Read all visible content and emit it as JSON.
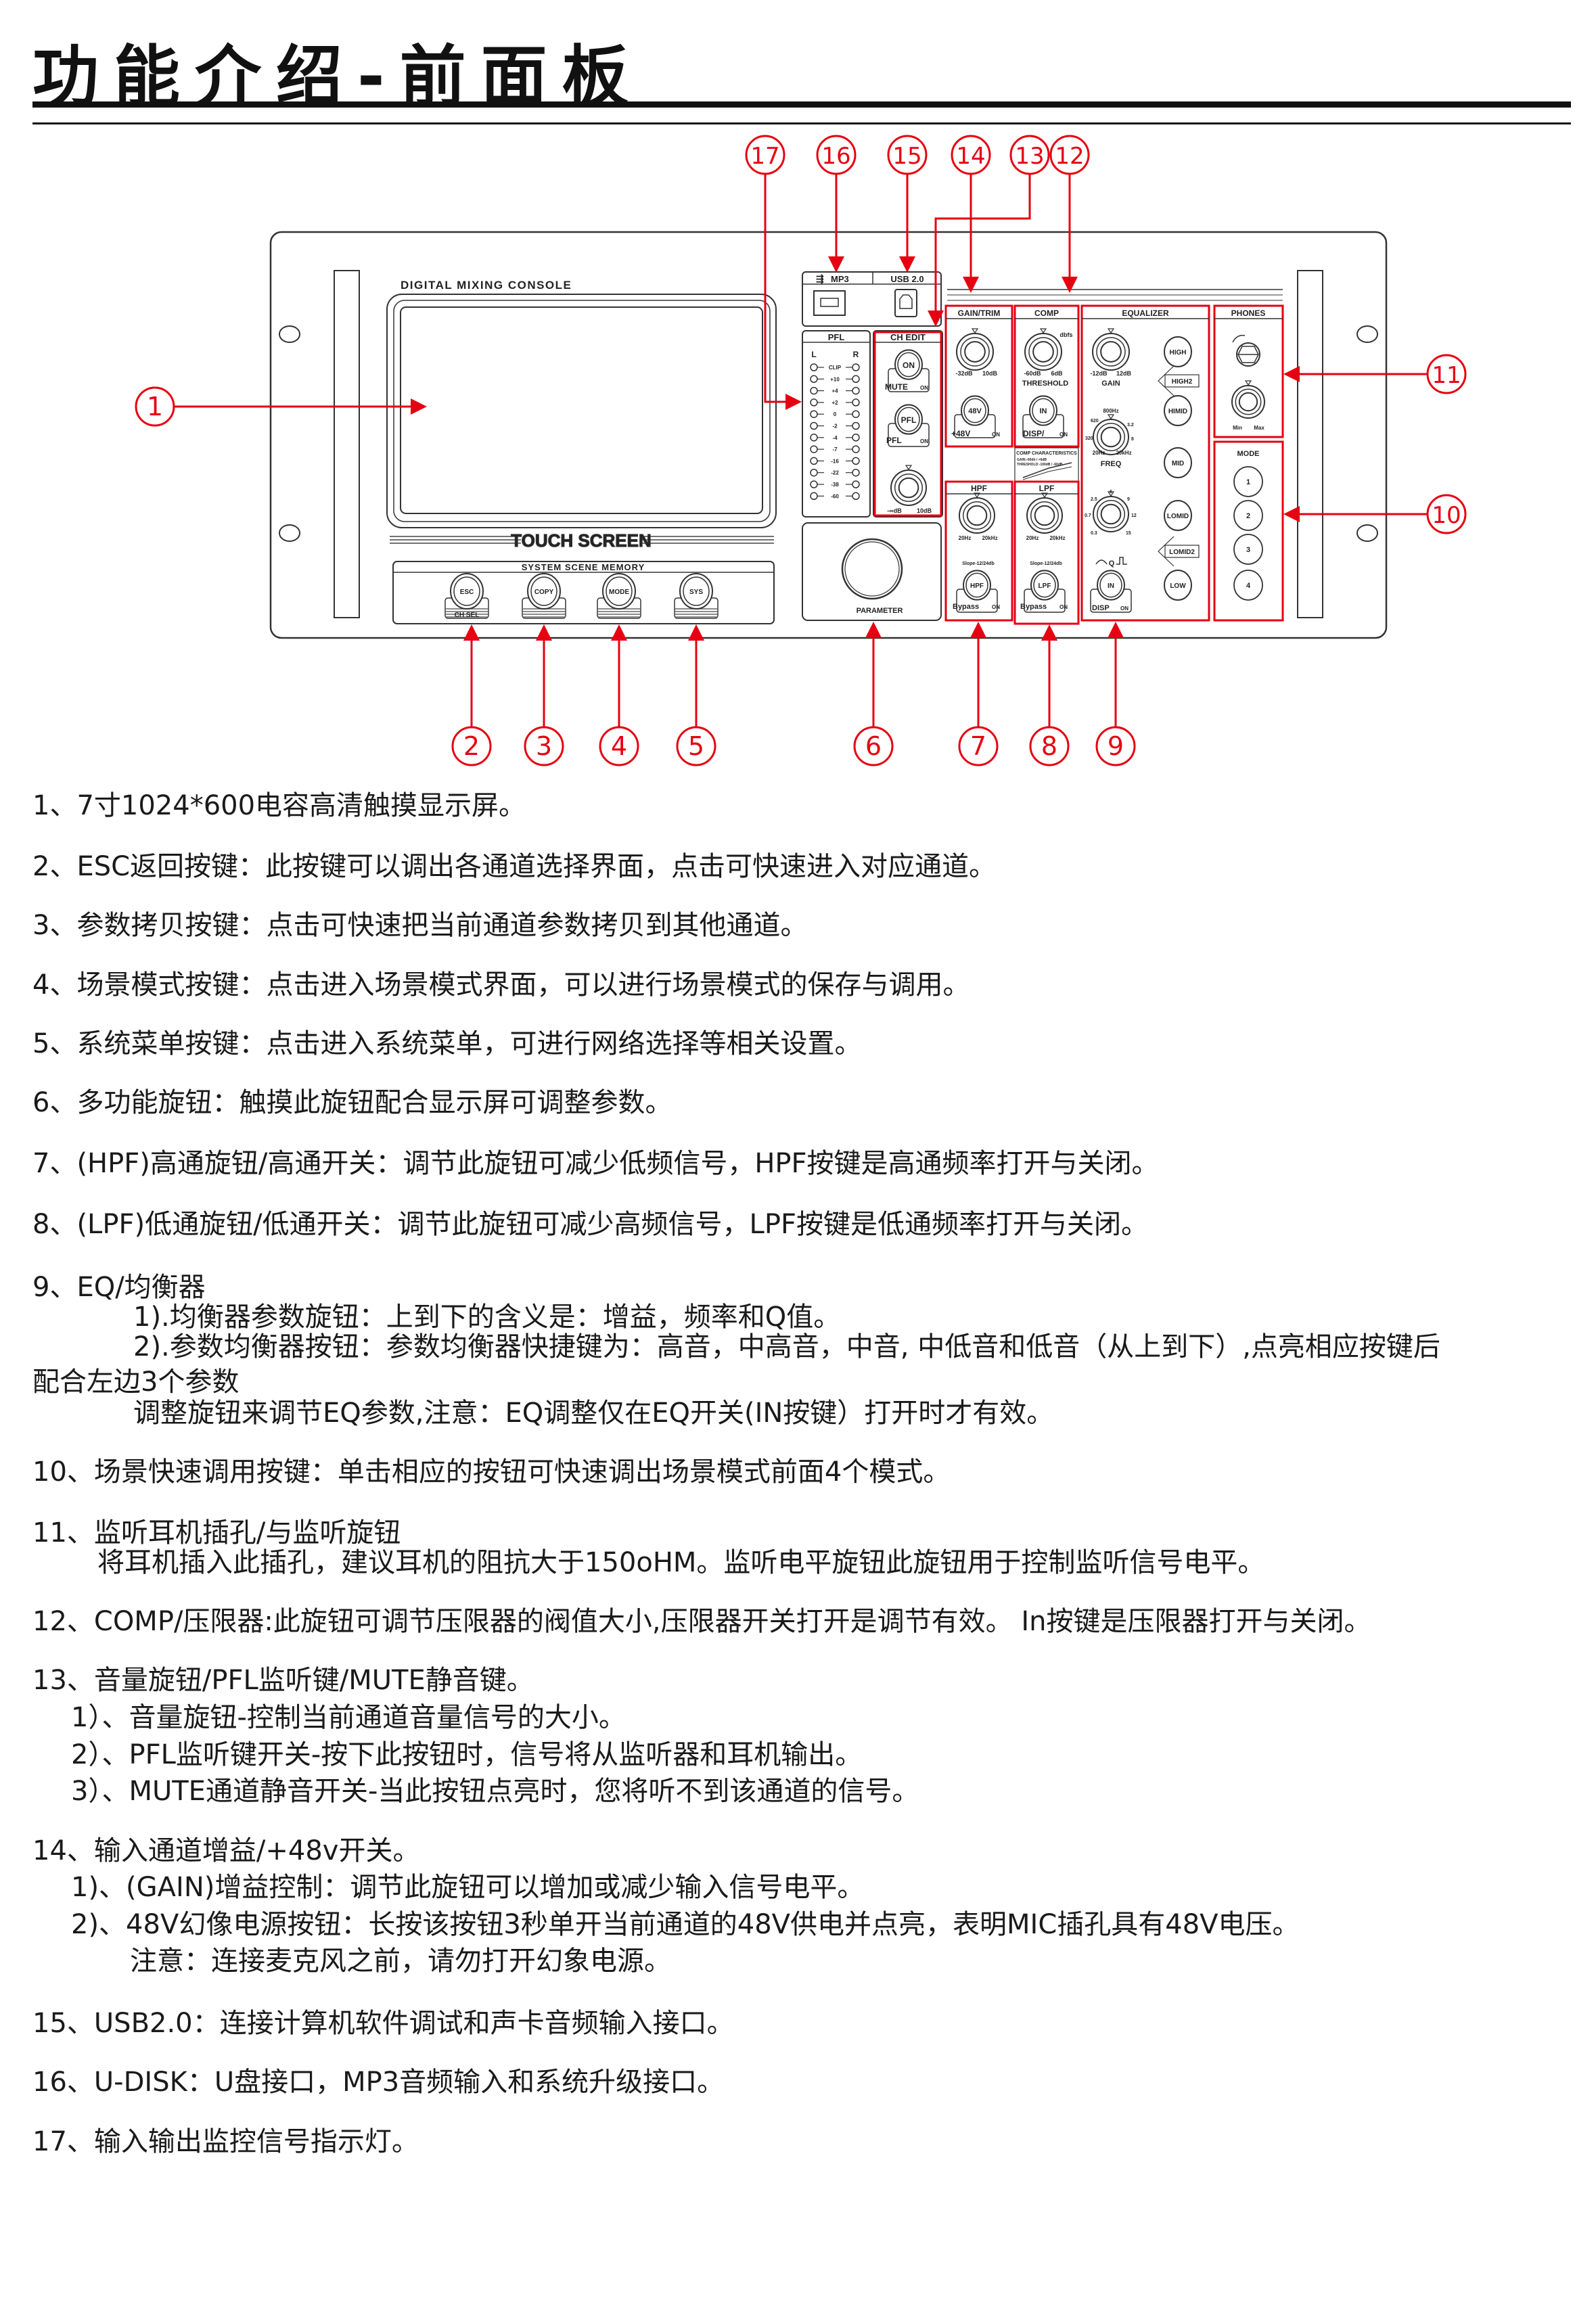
{
  "title": "功能介绍-前面板",
  "colors": {
    "accent": "#e60012",
    "ink": "#222222"
  },
  "panel": {
    "brand": "DIGITAL MIXING CONSOLE",
    "screen_label": "TOUCH SCREEN",
    "scene_memory": {
      "label": "SYSTEM SCENE MEMORY",
      "buttons": [
        "ESC",
        "COPY",
        "MODE",
        "SYS"
      ],
      "esc_sub": "CH SEL"
    },
    "usb": {
      "mp3": "MP3",
      "usb": "USB 2.0"
    },
    "pfl": {
      "label": "PFL",
      "l": "L",
      "r": "R",
      "levels": [
        "CLIP",
        "+10",
        "+4",
        "+2",
        "0",
        "-2",
        "-4",
        "-7",
        "-16",
        "-22",
        "-38",
        "-60"
      ]
    },
    "ch_edit": {
      "label": "CH EDIT",
      "on": "ON",
      "mute": "MUTE",
      "pfl": "PFL",
      "pfl_sub": "PFL",
      "badge": "ON",
      "min": "-∞dB",
      "max": "10dB"
    },
    "parameter": "PARAMETER",
    "gain_trim": {
      "label": "GAIN/TRIM",
      "min": "-32dB",
      "max": "10dB",
      "btn": "48V",
      "sub": "+48V",
      "badge": "ON"
    },
    "comp": {
      "label": "COMP",
      "unit": "dbfs",
      "min": "-60dB",
      "max": "6dB",
      "threshold": "THRESHOLD",
      "btn": "IN",
      "sub": "DISP/",
      "badge": "ON"
    },
    "comp_char": {
      "label": "COMP CHARACTERISTICS",
      "line1": "GAIN:-60db / +6dB",
      "line2": "THRESHOLD:-100dB / -60dB"
    },
    "hpf": {
      "label": "HPF",
      "min": "20Hz",
      "max": "20kHz",
      "slope": "Slope-12/24db",
      "btn": "HPF",
      "sub": "Bypass",
      "badge": "ON"
    },
    "lpf": {
      "label": "LPF",
      "min": "20Hz",
      "max": "20kHz",
      "slope": "Slope-12/24db",
      "btn": "LPF",
      "sub": "Bypass",
      "badge": "ON"
    },
    "eq": {
      "label": "EQUALIZER",
      "gain_min": "-12dB",
      "gain_max": "12dB",
      "gain": "GAIN",
      "freq_top": "800Hz",
      "freq_620": "620",
      "freq_320": "320",
      "freq_32": "3.2",
      "freq_8": "8",
      "freq_min": "20Hz",
      "freq_max": "20kHz",
      "freq": "FREQ",
      "q_6": "6",
      "q_25": "2.5",
      "q_9": "9",
      "q_07": "0.7",
      "q_12": "12",
      "q_03": "0.3",
      "q_15": "15",
      "q": "Q",
      "btn": "IN",
      "sub": "DISP",
      "badge": "ON",
      "bands": [
        "HIGH",
        "HIGH2",
        "HIMID",
        "MID",
        "LOMID",
        "LOMID2",
        "LOW"
      ]
    },
    "phones": {
      "label": "PHONES",
      "min": "Min",
      "max": "Max"
    },
    "mode": {
      "label": "MODE",
      "buttons": [
        "1",
        "2",
        "3",
        "4"
      ]
    }
  },
  "callouts": [
    "1",
    "2",
    "3",
    "4",
    "5",
    "6",
    "7",
    "8",
    "9",
    "10",
    "11",
    "12",
    "13",
    "14",
    "15",
    "16",
    "17"
  ],
  "descriptions": [
    "1、7寸1024*600电容高清触摸显示屏。",
    "2、ESC返回按键：此按键可以调出各通道选择界面，点击可快速进入对应通道。",
    "3、参数拷贝按键：点击可快速把当前通道参数拷贝到其他通道。",
    "4、场景模式按键：点击进入场景模式界面，可以进行场景模式的保存与调用。",
    "5、系统菜单按键：点击进入系统菜单，可进行网络选择等相关设置。",
    "6、多功能旋钮：触摸此旋钮配合显示屏可调整参数。",
    "7、(HPF)高通旋钮/高通开关：调节此旋钮可减少低频信号，HPF按键是高通频率打开与关闭。",
    "8、(LPF)低通旋钮/低通开关：调节此旋钮可减少高频信号，LPF按键是低通频率打开与关闭。",
    "9、EQ/均衡器",
    "1).均衡器参数旋钮：上到下的含义是：增益，频率和Q值。",
    "2).参数均衡器按钮：参数均衡器快捷键为：高音，中高音，中音, 中低音和低音（从上到下）,点亮相应按键后",
    "配合左边3个参数",
    "调整旋钮来调节EQ参数,注意：EQ调整仅在EQ开关(IN按键）打开时才有效。",
    "10、场景快速调用按键：单击相应的按钮可快速调出场景模式前面4个模式。",
    "11、监听耳机插孔/与监听旋钮",
    "将耳机插入此插孔，建议耳机的阻抗大于150oHM。监听电平旋钮此旋钮用于控制监听信号电平。",
    "12、COMP/压限器:此旋钮可调节压限器的阀值大小,压限器开关打开是调节有效。 In按键是压限器打开与关闭。",
    "13、音量旋钮/PFL监听键/MUTE静音键。",
    "1）、音量旋钮-控制当前通道音量信号的大小。",
    "2）、PFL监听键开关-按下此按钮时，信号将从监听器和耳机输出。",
    "3）、MUTE通道静音开关-当此按钮点亮时，您将听不到该通道的信号。",
    "14、输入通道增益/+48v开关。",
    "1)、(GAIN)增益控制：调节此旋钮可以增加或减少输入信号电平。",
    "2)、48V幻像电源按钮：长按该按钮3秒单开当前通道的48V供电并点亮，表明MIC插孔具有48V电压。",
    "注意：连接麦克风之前，请勿打开幻象电源。",
    "15、USB2.0：连接计算机软件调试和声卡音频输入接口。",
    "16、U-DISK：U盘接口，MP3音频输入和系统升级接口。",
    "17、输入输出监控信号指示灯。"
  ]
}
